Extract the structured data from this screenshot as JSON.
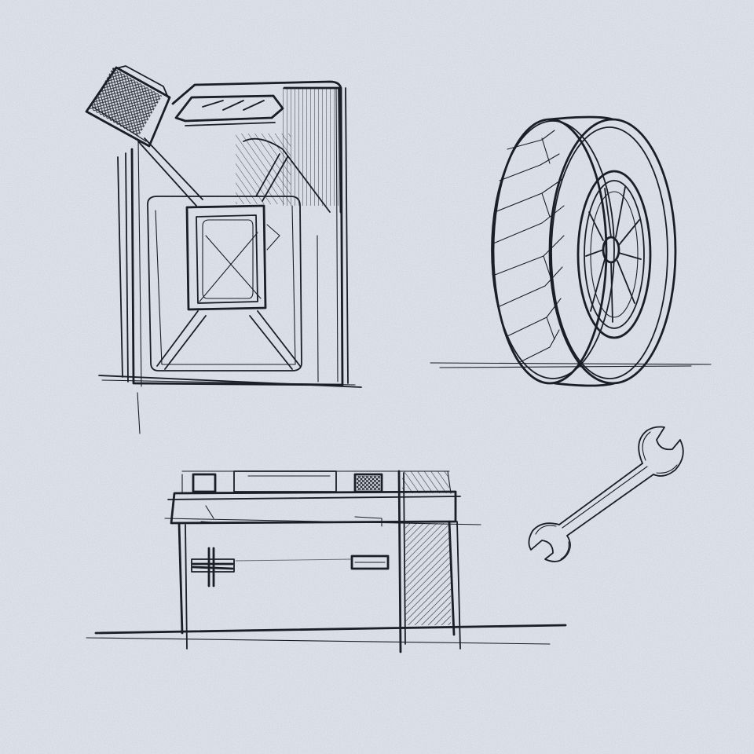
{
  "scene": {
    "paper_color": "#e6ebf2",
    "ink_color": "#1a1e27",
    "style": "pencil sketch",
    "objects": [
      {
        "name": "jerry-can",
        "icon": "fuel-canister-sketch"
      },
      {
        "name": "tire",
        "icon": "wheel-sketch"
      },
      {
        "name": "car-battery",
        "icon": "battery-sketch"
      },
      {
        "name": "wrench",
        "icon": "wrench-sketch"
      }
    ]
  }
}
